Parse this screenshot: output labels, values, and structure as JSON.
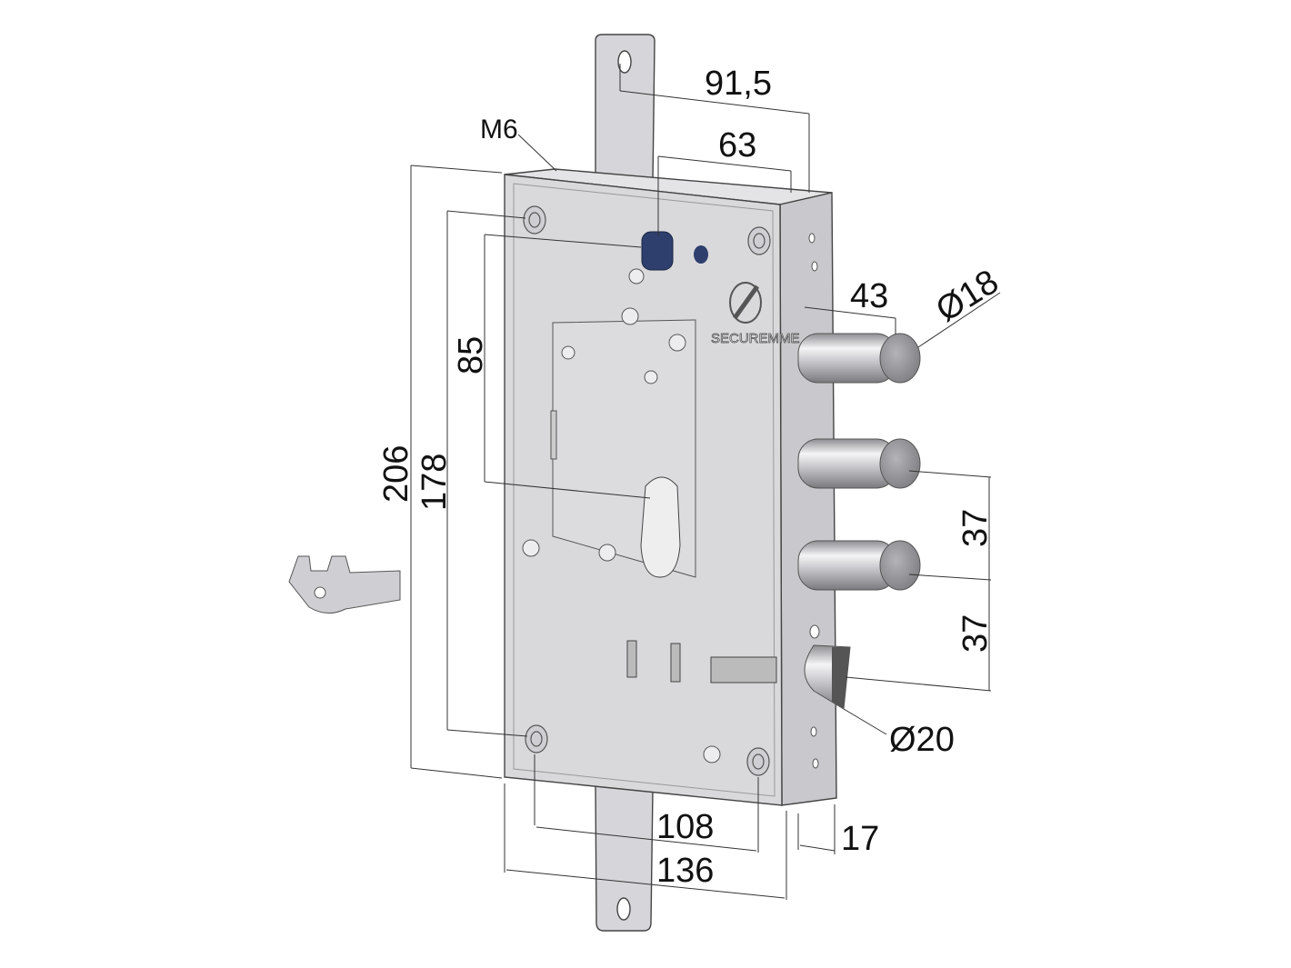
{
  "drawing": {
    "brand_logo_text": "SECUREMME",
    "dimensions": {
      "top_strike_offset": "91,5",
      "spindle_offset": "63",
      "thread": "M6",
      "bolt_projection": "43",
      "bolt_diameter": "Ø18",
      "bolt_spacing_1": "37",
      "bolt_spacing_2": "37",
      "latch_diameter": "Ø20",
      "faceplate_depth": "17",
      "hole_spacing_width": "108",
      "case_width": "136",
      "case_height": "206",
      "hole_spacing_height": "178",
      "spindle_to_cylinder": "85"
    },
    "colors": {
      "plate": "#d9d9dc",
      "side": "#c4c4c8",
      "spindle": "#2e3f6e",
      "bolt": "#b8b8bc"
    }
  }
}
